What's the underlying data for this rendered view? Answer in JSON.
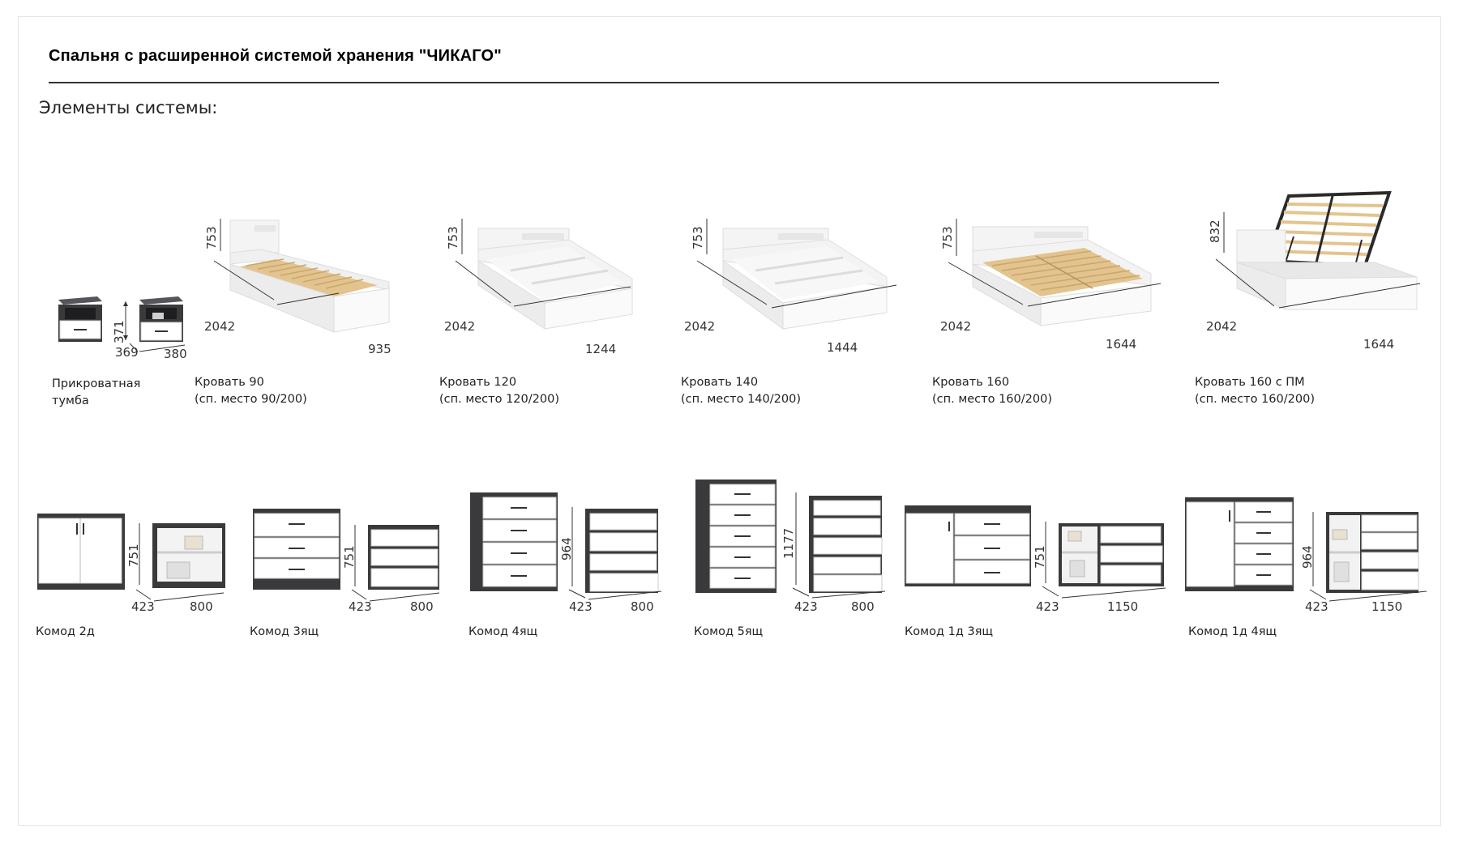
{
  "page": {
    "title": "Спальня с расширенной системой хранения \"ЧИКАГО\"",
    "subtitle": "Элементы системы:"
  },
  "colors": {
    "body": "#3a3a3c",
    "front": "#ffffff",
    "bed": "#f2f2f2",
    "slats": "#e3c48f",
    "frame": "#2a2a2a"
  },
  "items": [
    {
      "name": "Прикроватная",
      "name2": "тумба",
      "height": "371",
      "depth": "369",
      "width": "380"
    },
    {
      "name": "Кровать 90",
      "name2": "(сп. место 90/200)",
      "height": "753",
      "depth": "2042",
      "width": "935"
    },
    {
      "name": "Кровать 120",
      "name2": "(сп. место 120/200)",
      "height": "753",
      "depth": "2042",
      "width": "1244"
    },
    {
      "name": "Кровать 140",
      "name2": "(сп. место 140/200)",
      "height": "753",
      "depth": "2042",
      "width": "1444"
    },
    {
      "name": "Кровать 160",
      "name2": "(сп. место 160/200)",
      "height": "753",
      "depth": "2042",
      "width": "1644"
    },
    {
      "name": "Кровать 160 с ПМ",
      "name2": "(сп. место 160/200)",
      "height": "832",
      "depth": "2042",
      "width": "1644"
    },
    {
      "name": "Комод 2д",
      "height": "751",
      "depth": "423",
      "width": "800"
    },
    {
      "name": "Комод 3ящ",
      "height": "751",
      "depth": "423",
      "width": "800"
    },
    {
      "name": "Комод 4ящ",
      "height": "964",
      "depth": "423",
      "width": "800"
    },
    {
      "name": "Комод 5ящ",
      "height": "1177",
      "depth": "423",
      "width": "800"
    },
    {
      "name": "Комод 1д 3ящ",
      "height": "751",
      "depth": "423",
      "width": "1150"
    },
    {
      "name": "Комод 1д 4ящ",
      "height": "964",
      "depth": "423",
      "width": "1150"
    }
  ]
}
